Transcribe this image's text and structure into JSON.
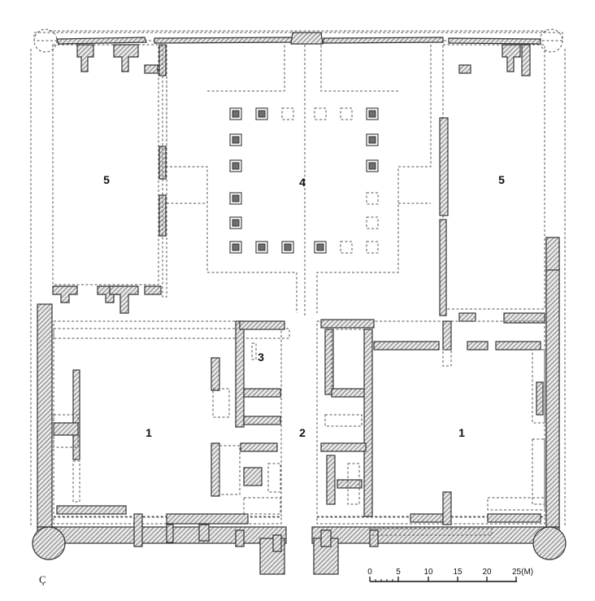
{
  "figure_letter": "Ç",
  "rooms": [
    {
      "id": "courtyard",
      "label": "4"
    },
    {
      "id": "west-hall",
      "label": "5"
    },
    {
      "id": "east-hall",
      "label": "5"
    },
    {
      "id": "south-west-room",
      "label": "1"
    },
    {
      "id": "south-east-room",
      "label": "1"
    },
    {
      "id": "entrance-passage",
      "label": "2"
    },
    {
      "id": "small-chamber",
      "label": "3"
    }
  ],
  "scale_bar": {
    "ticks": [
      "0",
      "5",
      "10",
      "15",
      "20",
      "25(M)"
    ]
  }
}
